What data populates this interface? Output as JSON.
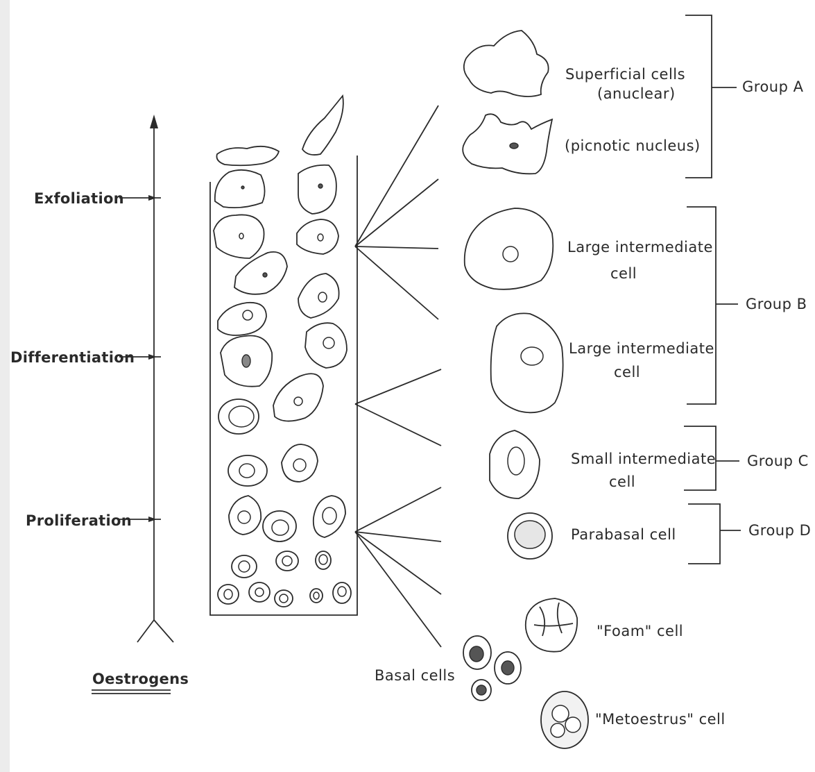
{
  "stages": {
    "exfoliation": "Exfoliation",
    "differentiation": "Differentiation",
    "proliferation": "Proliferation",
    "hormone": "Oestrogens"
  },
  "cells": {
    "superficial_line1": "Superficial cells",
    "superficial_line2": "(anuclear)",
    "picnotic": "(picnotic nucleus)",
    "large_int_1_line1": "Large intermediate",
    "large_int_1_line2": "cell",
    "large_int_2_line1": "Large intermediate",
    "large_int_2_line2": "cell",
    "small_int_line1": "Small intermediate",
    "small_int_line2": "cell",
    "parabasal": "Parabasal cell",
    "foam": "\"Foam\" cell",
    "basal": "Basal cells",
    "metoestrus": "\"Metoestrus\" cell"
  },
  "groups": {
    "a": "Group A",
    "b": "Group B",
    "c": "Group C",
    "d": "Group D"
  }
}
